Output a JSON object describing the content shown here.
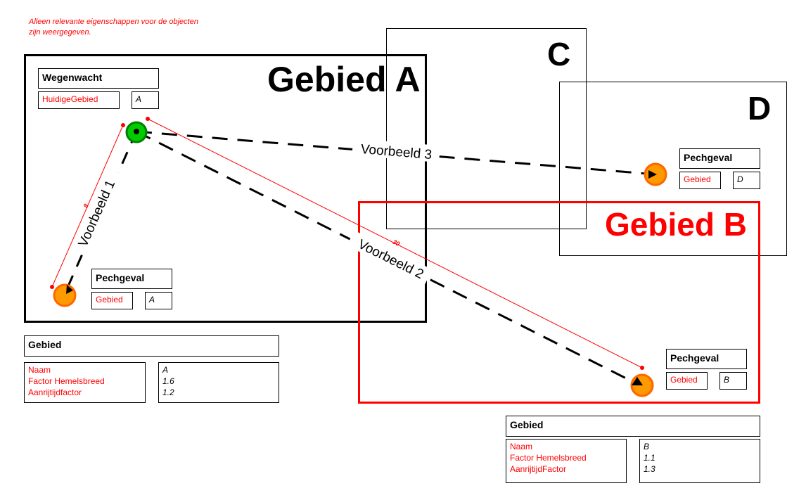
{
  "note": "Alleen relevante eigenschappen voor de objecten zijn weergegeven.",
  "colors": {
    "area_a_border": "#000000",
    "area_b_border": "#ff0000",
    "key_text": "#ff0000",
    "wegenwacht_fill": "#00cc00",
    "wegenwacht_stroke": "#008000",
    "pechgeval_fill": "#ff9900",
    "pechgeval_stroke": "#ff6600",
    "distance_line": "#ff0000"
  },
  "areas": {
    "a": {
      "title": "Gebied A"
    },
    "b": {
      "title": "Gebied B"
    },
    "c": {
      "title": "C"
    },
    "d": {
      "title": "D"
    }
  },
  "wegenwacht": {
    "title": "Wegenwacht",
    "key": "HuidigeGebied",
    "value": "A",
    "icon": "green-circle-icon"
  },
  "pechgevallen": [
    {
      "title": "Pechgeval",
      "key": "Gebied",
      "value": "A",
      "icon": "orange-circle-arrow-icon"
    },
    {
      "title": "Pechgeval",
      "key": "Gebied",
      "value": "D",
      "icon": "orange-circle-arrow-icon"
    },
    {
      "title": "Pechgeval",
      "key": "Gebied",
      "value": "B",
      "icon": "orange-circle-arrow-icon"
    }
  ],
  "connections": [
    {
      "label": "Voorbeeld 1",
      "distance": "8"
    },
    {
      "label": "Voorbeeld 2",
      "distance": "30"
    },
    {
      "label": "Voorbeeld 3",
      "distance": ""
    }
  ],
  "gebied_tables": [
    {
      "title": "Gebied",
      "keys": [
        "Naam",
        "Factor Hemelsbreed",
        "Aanrijtijdfactor"
      ],
      "values": [
        "A",
        "1.6",
        "1.2"
      ]
    },
    {
      "title": "Gebied",
      "keys": [
        "Naam",
        "Factor Hemelsbreed",
        "AanrijtijdFactor"
      ],
      "values": [
        "B",
        "1.1",
        "1.3"
      ]
    }
  ]
}
